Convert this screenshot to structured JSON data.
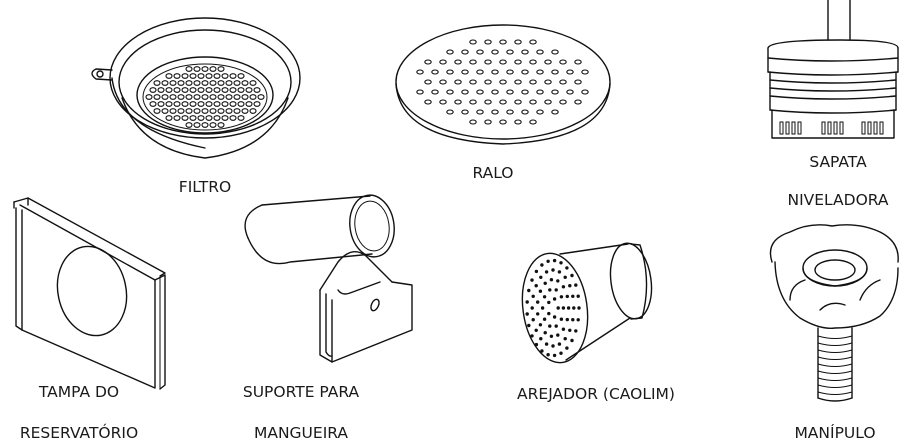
{
  "parts": {
    "filtro": {
      "label": "FILTRO"
    },
    "ralo": {
      "label": "RALO"
    },
    "sapata": {
      "label_line1": "SAPATA",
      "label_line2": "NIVELADORA"
    },
    "tampa": {
      "label_line1": "TAMPA DO",
      "label_line2": "RESERVATÓRIO"
    },
    "suporte": {
      "label_line1": "SUPORTE PARA",
      "label_line2": "MANGUEIRA"
    },
    "arejador": {
      "label": "AREJADOR (CAOLIM)"
    },
    "manipulo": {
      "label": "MANÍPULO"
    }
  },
  "style": {
    "line_color": "#111111",
    "text_color": "#1a1a1a",
    "background": "#ffffff"
  }
}
